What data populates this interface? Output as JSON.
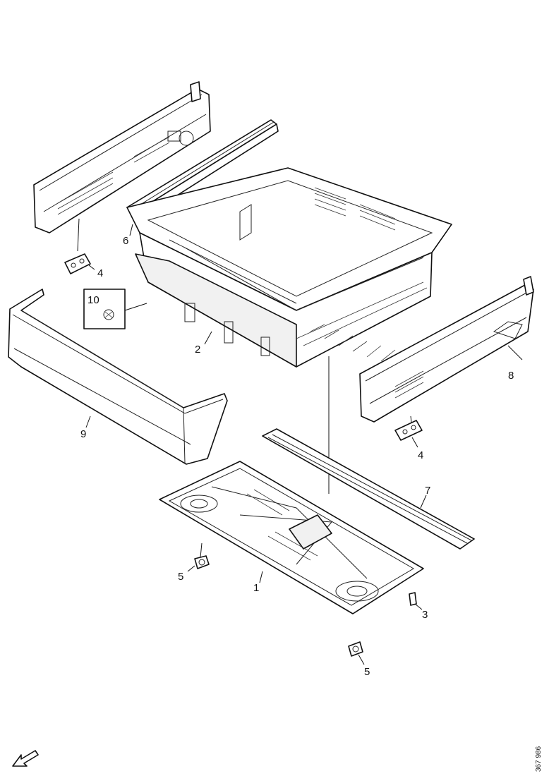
{
  "callouts": {
    "c1": "1",
    "c2": "2",
    "c3": "3",
    "c4a": "4",
    "c4b": "4",
    "c5a": "5",
    "c5b": "5",
    "c6": "6",
    "c7": "7",
    "c8": "8",
    "c9": "9",
    "c10": "10"
  },
  "reference_code": "367 986",
  "colors": {
    "line": "#111111",
    "background": "#ffffff"
  },
  "icons": {
    "orientation": "front-direction-arrow-icon"
  }
}
